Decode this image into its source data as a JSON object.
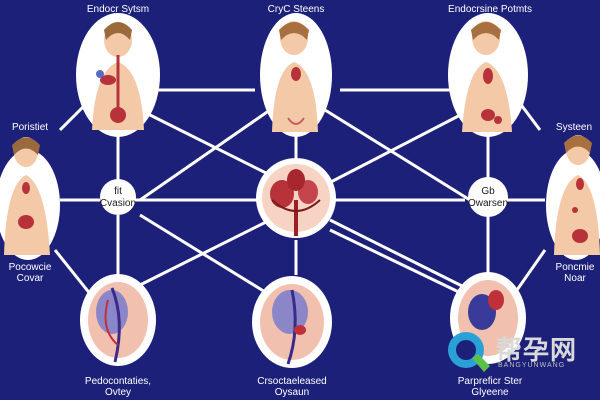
{
  "labels": {
    "top_left": "Endocr Sytsm",
    "top_center": "CryC Steens",
    "top_right": "Endocrsine Potmts",
    "mid_left_top": "Poristiet",
    "mid_left_bottom_1": "Pocowcie",
    "mid_left_bottom_2": "Covar",
    "mid_right_top": "Systeen",
    "mid_right_bottom_1": "Poncmie",
    "mid_right_bottom_2": "Noar",
    "left_node_1": "fit",
    "left_node_2": "Cvasion",
    "right_node_1": "Gb",
    "right_node_2": "Owarsen",
    "bottom_left_1": "Pedocontaties,",
    "bottom_left_2": "Ovtey",
    "bottom_center_1": "Crsoctaeleased",
    "bottom_center_2": "Oysaun",
    "bottom_right_1": "Parpreficr Ster",
    "bottom_right_2": "Glyeene"
  },
  "watermark": {
    "brand": "帮孕网",
    "sub": "BANGYUNWANG"
  },
  "colors": {
    "background": "#1d2079",
    "skin": "#f3c9a8",
    "organ": "#b8323a",
    "line": "#ffffff"
  }
}
